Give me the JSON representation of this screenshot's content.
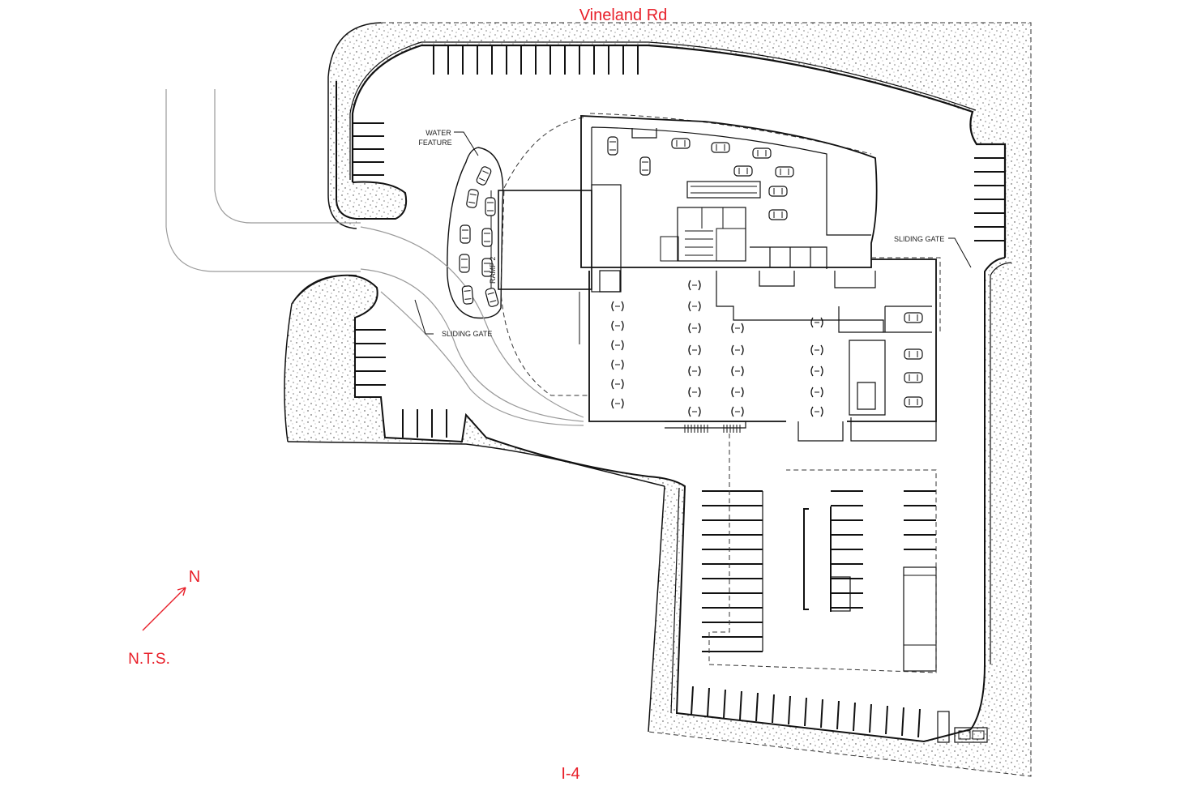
{
  "labels": {
    "north_road": "Vineland Rd",
    "south_road": "I-4",
    "north_arrow": "N",
    "scale": "N.T.S.",
    "water_feature_line1": "WATER",
    "water_feature_line2": "FEATURE",
    "sliding_gate_west": "SLIDING GATE",
    "sliding_gate_east": "SLIDING GATE",
    "ramp": "RAMP 2"
  },
  "colors": {
    "annotation_red": "#e8202a",
    "linework": "#111111",
    "landscape_dots": "#333333"
  }
}
